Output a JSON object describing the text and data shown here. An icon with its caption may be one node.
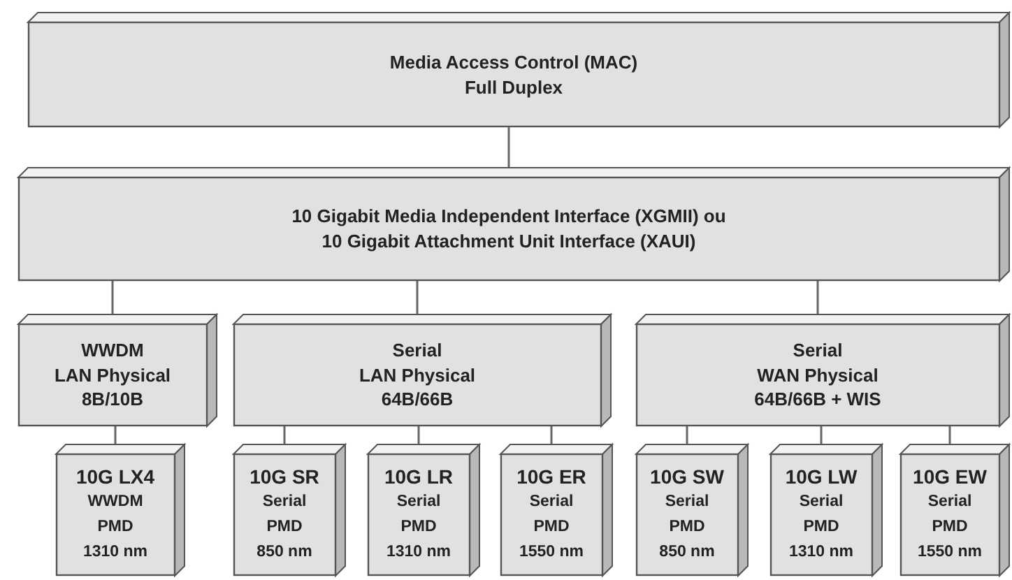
{
  "diagram": {
    "nodes": [
      {
        "text": [
          "Media Access Control (MAC)",
          "Full Duplex"
        ]
      },
      {
        "text": [
          "10 Gigabit Media Independent Interface (XGMII) ou",
          "10 Gigabit Attachment Unit Interface (XAUI)"
        ]
      },
      {
        "text": [
          "WWDM",
          "LAN Physical",
          "8B/10B"
        ]
      },
      {
        "text": [
          "Serial",
          "LAN Physical",
          "64B/66B"
        ]
      },
      {
        "text": [
          "Serial",
          "WAN Physical",
          "64B/66B + WIS"
        ]
      },
      {
        "text": [
          "10G LX4",
          "WWDM",
          "PMD",
          "1310 nm"
        ]
      },
      {
        "text": [
          "10G SR",
          "Serial",
          "PMD",
          "850 nm"
        ]
      },
      {
        "text": [
          "10G LR",
          "Serial",
          "PMD",
          "1310 nm"
        ]
      },
      {
        "text": [
          "10G ER",
          "Serial",
          "PMD",
          "1550 nm"
        ]
      },
      {
        "text": [
          "10G SW",
          "Serial",
          "PMD",
          "850 nm"
        ]
      },
      {
        "text": [
          "10G LW",
          "Serial",
          "PMD",
          "1310 nm"
        ]
      },
      {
        "text": [
          "10G EW",
          "Serial",
          "PMD",
          "1550 nm"
        ]
      }
    ],
    "edges": [
      {
        "from": 0,
        "to": 1,
        "arrow": "none"
      },
      {
        "from": 1,
        "to": 2,
        "arrow": "none"
      },
      {
        "from": 1,
        "to": 3,
        "arrow": "none"
      },
      {
        "from": 1,
        "to": 4,
        "arrow": "none"
      },
      {
        "from": 2,
        "to": 5,
        "arrow": "none"
      },
      {
        "from": 3,
        "to": 6,
        "arrow": "none"
      },
      {
        "from": 3,
        "to": 7,
        "arrow": "none"
      },
      {
        "from": 3,
        "to": 8,
        "arrow": "none"
      },
      {
        "from": 4,
        "to": 9,
        "arrow": "none"
      },
      {
        "from": 4,
        "to": 10,
        "arrow": "none"
      },
      {
        "from": 4,
        "to": 11,
        "arrow": "none"
      }
    ]
  }
}
